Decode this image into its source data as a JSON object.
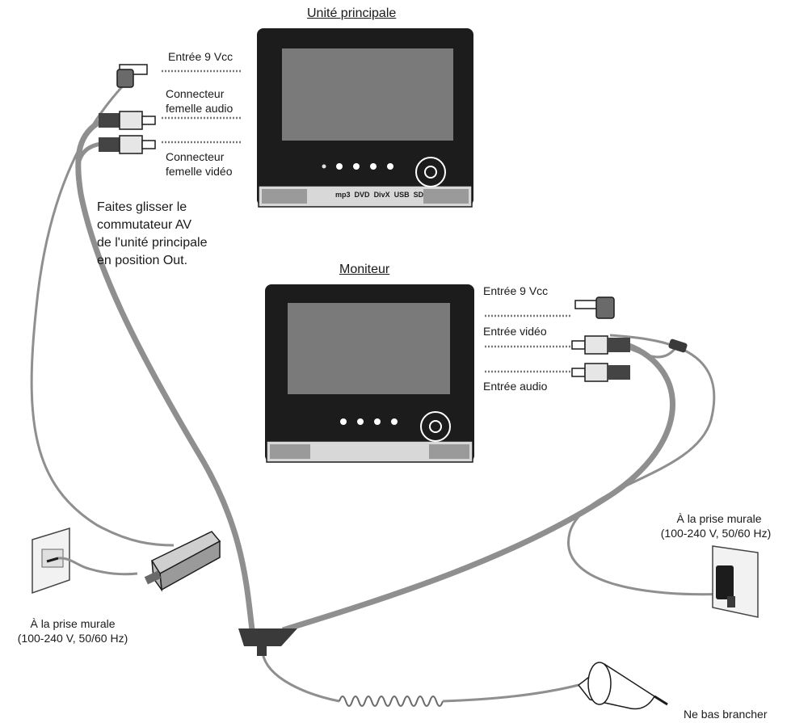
{
  "main_unit": {
    "title": "Unité principale",
    "dc_in": "Entrée 9 Vcc",
    "audio_female_l1": "Connecteur",
    "audio_female_l2": "femelle audio",
    "video_female_l1": "Connecteur",
    "video_female_l2": "femelle vidéo",
    "logos": [
      "mp3",
      "DVD",
      "DivX",
      "USB",
      "SD"
    ]
  },
  "instruction": {
    "line1": "Faites glisser le",
    "line2": "commutateur AV",
    "line3": "de l'unité principale",
    "line4": "en position Out."
  },
  "monitor": {
    "title": "Moniteur",
    "dc_in": "Entrée 9 Vcc",
    "video_in": "Entrée vidéo",
    "audio_in": "Entrée audio"
  },
  "left_outlet": {
    "line1": "À la prise murale",
    "line2": "(100-240 V, 50/60 Hz)"
  },
  "right_outlet": {
    "line1": "À la prise murale",
    "line2": "(100-240 V, 50/60 Hz)"
  },
  "car_adapter": {
    "label": "Ne bas brancher"
  },
  "colors": {
    "cable": "#8f8f8f",
    "device": "#1c1c1c",
    "screen": "#7a7a7a"
  }
}
